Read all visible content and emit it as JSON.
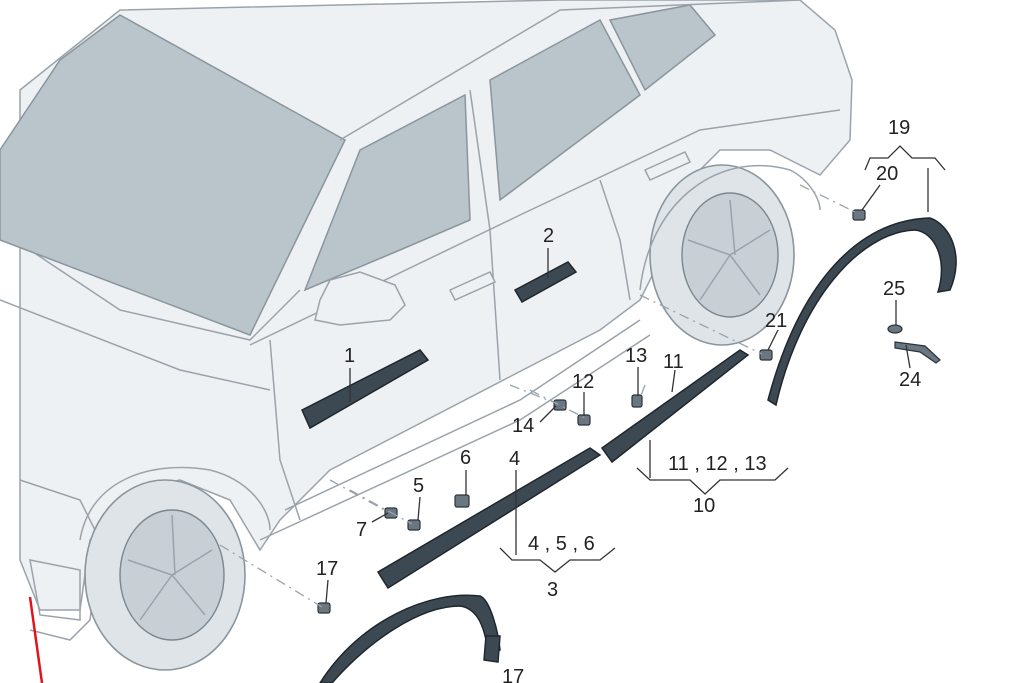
{
  "labels": {
    "l1": "1",
    "l2": "2",
    "l3": "3",
    "l4": "4",
    "l456": "4 , 5 , 6",
    "l5": "5",
    "l6": "6",
    "l7": "7",
    "l10": "10",
    "l11": "11",
    "l111213": "11 , 12 , 13",
    "l12": "12",
    "l13": "13",
    "l14": "14",
    "l17a": "17",
    "l17b": "17",
    "l19": "19",
    "l20": "20",
    "l21": "21",
    "l24": "24",
    "l25": "25"
  },
  "colors": {
    "part": "#3d4952",
    "body_outline": "#9aa3ab",
    "glass": "#b9c4cb",
    "marker": "#e0141e"
  }
}
